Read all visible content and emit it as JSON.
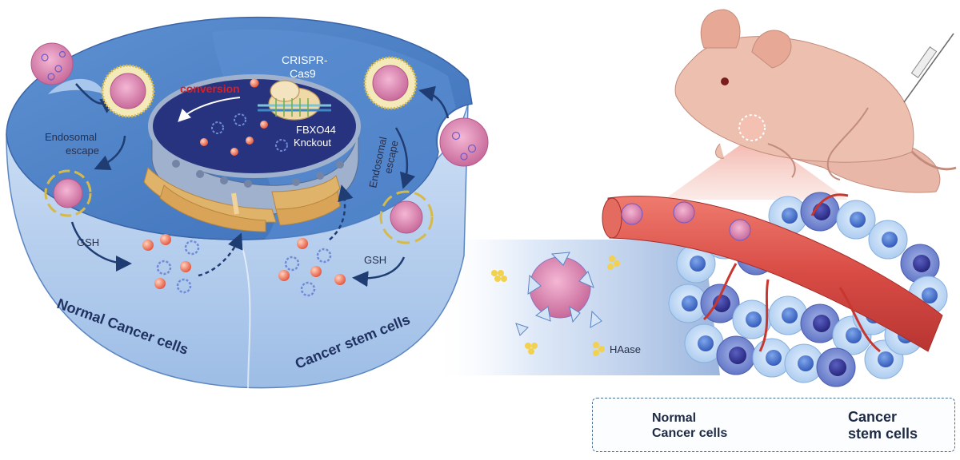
{
  "labels": {
    "conversion": "conversion",
    "crispr_line1": "CRISPR-",
    "crispr_line2": "Cas9",
    "fbxo44_line1": "FBXO44",
    "fbxo44_line2": "Knckout",
    "endosomal_left_line1": "Endosomal",
    "endosomal_left_line2": "escape",
    "endosomal_right_line1": "Endosomal",
    "endosomal_right_line2": "escape",
    "gsh_left": "GSH",
    "gsh_right": "GSH",
    "normal_cancer_cells": "Normal Cancer cells",
    "cancer_stem_cells": "Cancer stem cells",
    "haase": "HAase"
  },
  "legend": {
    "normal_line1": "Normal",
    "normal_line2": "Cancer cells",
    "stem_line1": "Cancer",
    "stem_line2": "stem cells"
  },
  "colors": {
    "cell_body": "#4f83c8",
    "nucleus": "#27337e",
    "conversion_text": "#d61f26",
    "vessel": "#d84b45",
    "mouse": "#e9b7a7",
    "nanoparticle": "#d77aa8"
  }
}
